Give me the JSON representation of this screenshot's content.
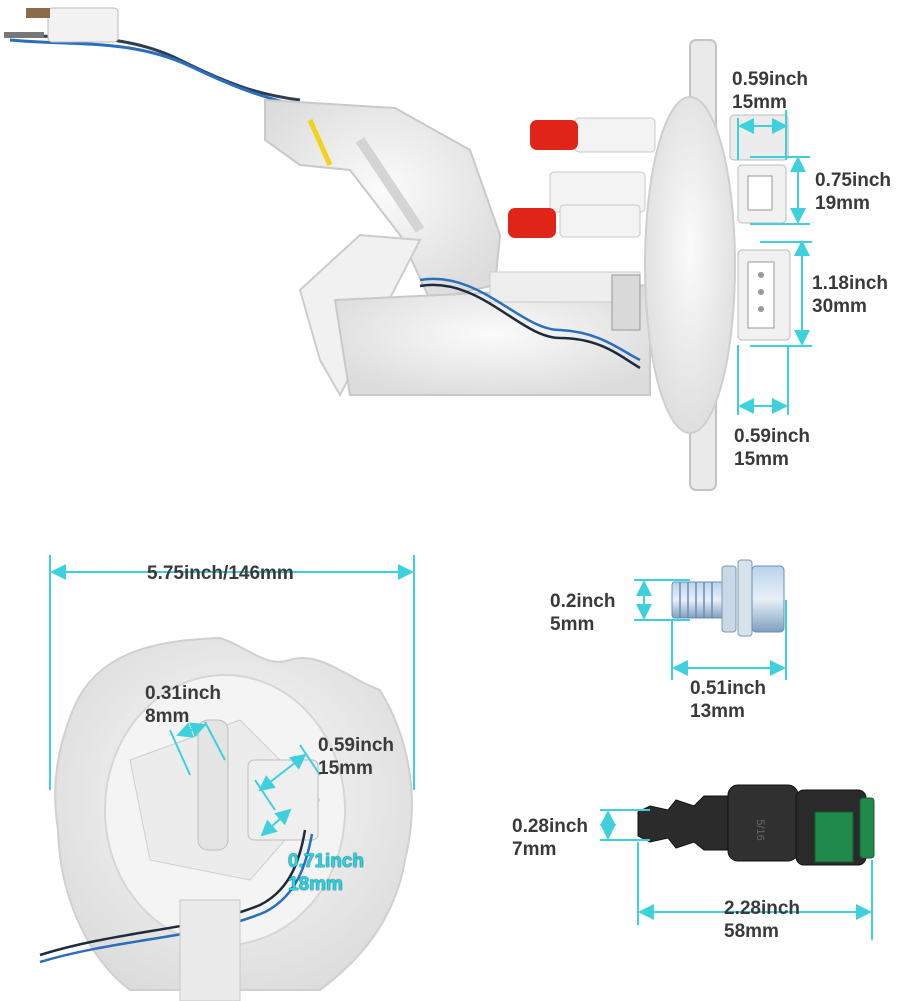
{
  "labels": {
    "top_connector_width": {
      "inch": "0.59inch",
      "mm": "15mm"
    },
    "small_connector_height": {
      "inch": "0.75inch",
      "mm": "19mm"
    },
    "large_connector_height": {
      "inch": "1.18inch",
      "mm": "30mm"
    },
    "connector_depth": {
      "inch": "0.59inch",
      "mm": "15mm"
    },
    "flange_diameter": {
      "text": "5.75inch/146mm"
    },
    "outlet_diameter": {
      "inch": "0.31inch",
      "mm": "8mm"
    },
    "port_width": {
      "inch": "0.59inch",
      "mm": "15mm"
    },
    "socket_width": {
      "inch": "0.71inch",
      "mm": "18mm"
    },
    "bolt_diameter": {
      "inch": "0.2inch",
      "mm": "5mm"
    },
    "bolt_length": {
      "inch": "0.51inch",
      "mm": "13mm"
    },
    "fitting_diameter": {
      "inch": "0.28inch",
      "mm": "7mm"
    },
    "fitting_length": {
      "inch": "2.28inch",
      "mm": "58mm"
    },
    "fitting_marking": "5/16"
  },
  "colors": {
    "dimension_line": "#3fd0de",
    "label_text": "#3a3a3a",
    "highlight_label": "#1fd6e6",
    "cap_red": "#e02418",
    "connector_black": "#2a2a2a",
    "latch_green": "#1f8a4a"
  }
}
